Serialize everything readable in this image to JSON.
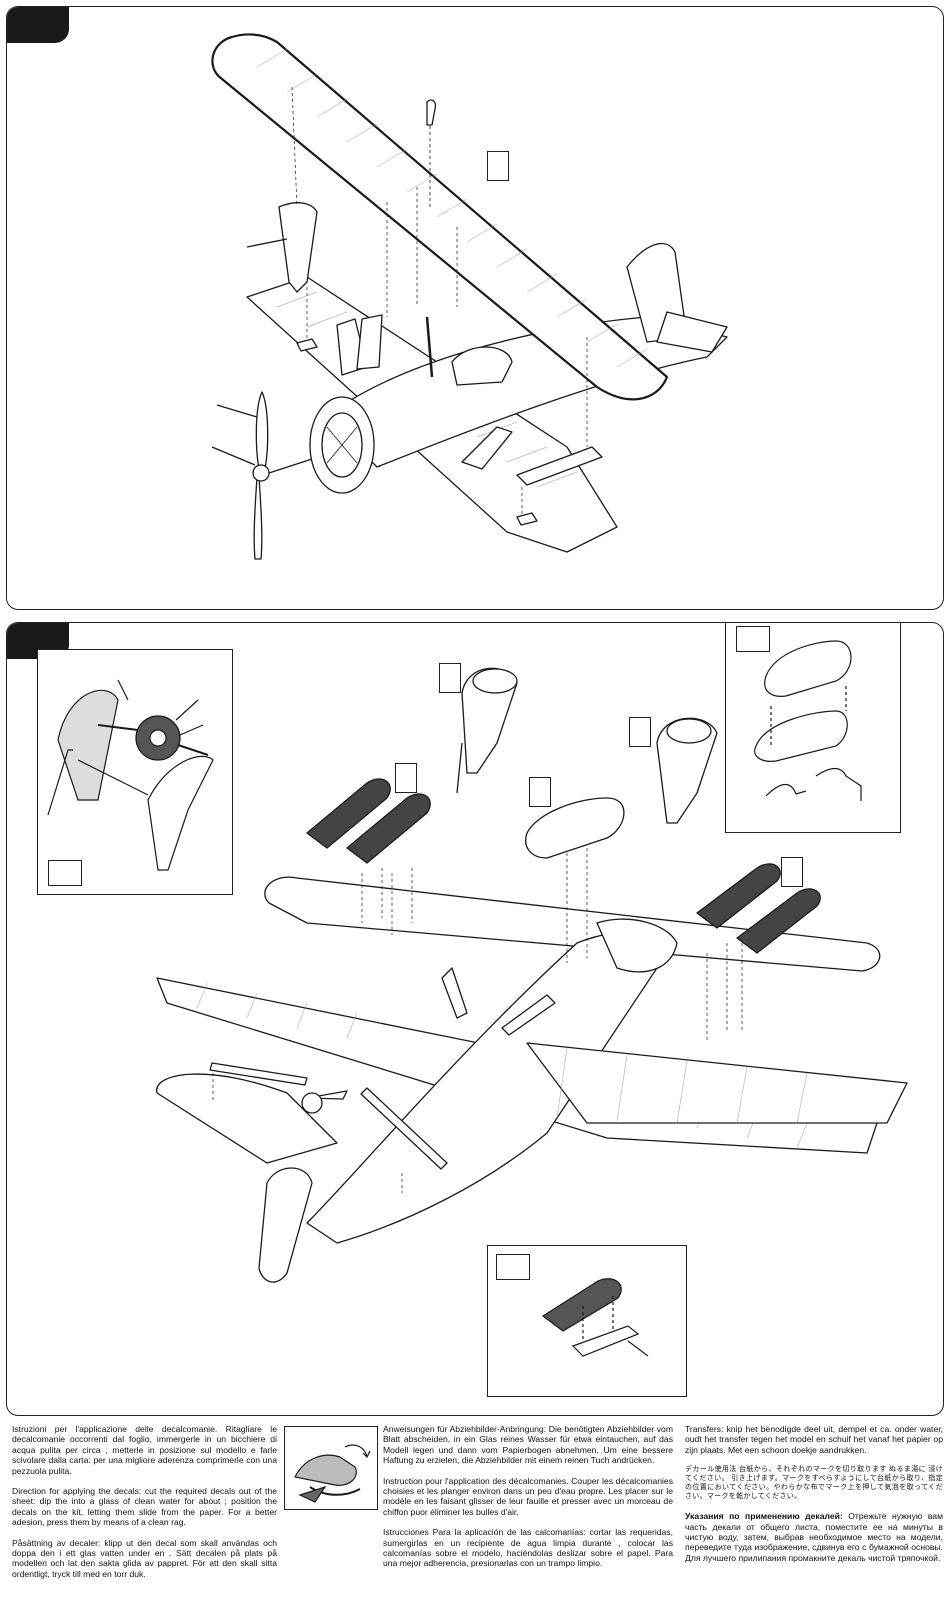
{
  "steps": [
    {
      "number": ""
    },
    {
      "number": ""
    }
  ],
  "step2": {
    "insets": {
      "wheel_callout_1": "",
      "wheel_callout_2": "",
      "wheel_callout_3": ""
    }
  },
  "instructions": {
    "italian": "Istruzioni per l'applicazione delle decalcomanie. Ritagliare le decalcomanie occorrenti dal foglio, immergerle in un bicchiere di acqua pulita per circa , metterle in posizione sul modello e farle scivolare dalla carta: per una migliore aderenza comprimerle con una pezzuola pulita.",
    "english": "Direction for applying the decals: cut the required decals out of the sheet: dip the into a glass of clean water for about ; position the decals on the kit, letting them slide from the paper. For a better adesion, press them by means of a clean rag.",
    "swedish": "Påsättning av decaler: klipp ut den decal som skall användas och doppa den i ett glas vatten under en . Sätt decalen på plats på modellen och lat den sakta glida av pappret. För att den skall sitta ordentligt, tryck till med en torr duk.",
    "german": "Anweisungen für Abziehbilder-Anbringung: Die benötigten Abziehbilder vom Blatt abscheiden, in ein Glas reines Wasser für etwa eintauchen, auf das Modell legen und dann vom Papierbogen abnehmen. Um eine bessere Haftung zu erzielen, die Abziehbilder mit einem reinen Tuch andrücken.",
    "french": "Instruction pour l'application des décalcomanies. Couper les décalcomanies choisies et les planger environ dans un peu d'eau propre. Les placer sur le modèle en les faisant glisser de leur fauille et presser avec un morceau de chiffon puor éliminer les bulles d'air.",
    "spanish": "Istrucciones Para la aplicación de las calcomanías: cortar las requeridas, sumergirlas en un recipiente de agua limpia durante , colocar las calcomanías sobre el modelo, haciéndolas deslizar sobre el papel. Para una mejor adherencia, presionarlas con un trampo limpio.",
    "dutch": "Transfers: knip het benodigde deel uit, dempel et ca. onder water, oudt het transfer tegen het model en schuif het vanaf het papier op zijn plaats. Met een schoon doekje aandrukken.",
    "japanese": "デカール使用法 台紙から、それぞれのマークを切り取ります ぬるま湯に 浸けてください。 引き上げます。マークをすべらすようにして台紙から取り、指定の位置においてください。やわらかな布でマーク上を押して気泡を取ってください。マークを乾かしてください。",
    "russian_title": "Указания по применению декалей:",
    "russian": "Отрежьте нужную вам часть декали от общего листа, поместите ее на минуты в чистую воду, затем, выбрав необходимое место на модели, переведите туда изображение, сдвинув его с бумажной основы. Для лучшего прилипания промакните декаль чистой тряпочкой."
  },
  "colors": {
    "line": "#1a1a1a",
    "tab_bg": "#1a1a1a",
    "paper": "#ffffff",
    "fill_dark": "#444444",
    "fill_mid": "#8a8a8a"
  }
}
